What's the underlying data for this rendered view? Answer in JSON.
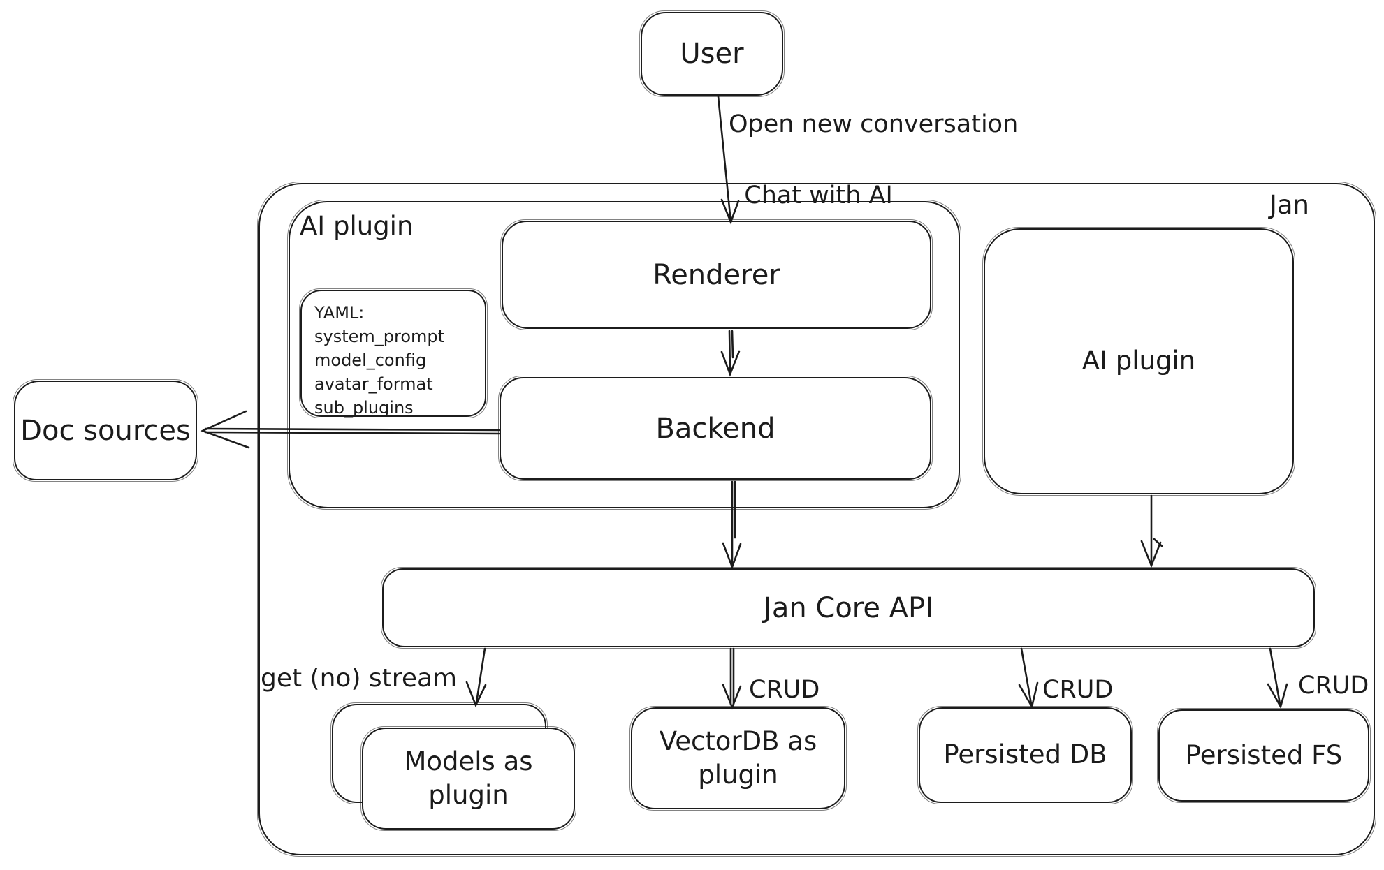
{
  "nodes": {
    "user": "User",
    "jan": "Jan",
    "ai_plugin_container": "AI plugin",
    "renderer": "Renderer",
    "backend": "Backend",
    "doc_sources": "Doc sources",
    "ai_plugin_right": "AI plugin",
    "jan_core_api": "Jan Core API",
    "models_as_plugin": "Models as plugin",
    "vectordb_as_plugin": "VectorDB as plugin",
    "persisted_db": "Persisted DB",
    "persisted_fs": "Persisted FS"
  },
  "yaml_note": {
    "lines": [
      "YAML:",
      "system_prompt",
      "model_config",
      "avatar_format",
      "sub_plugins"
    ]
  },
  "edge_labels": {
    "user_flow_line1": "Open new conversation",
    "user_flow_line2": "Chat with AI",
    "models_edge": "get (no) stream",
    "vectordb_edge": "CRUD",
    "persisted_db_edge": "CRUD",
    "persisted_fs_edge": "CRUD"
  },
  "colors": {
    "stroke": "#1b1b1b",
    "background": "#ffffff"
  }
}
